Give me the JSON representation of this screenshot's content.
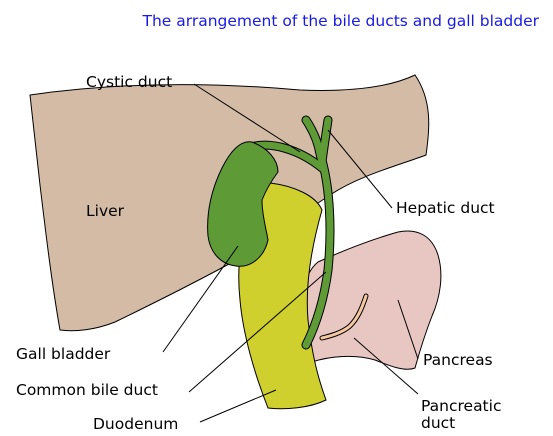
{
  "title": "The arrangement of the bile ducts and gall bladder",
  "labels": {
    "liver": "Liver",
    "cystic_duct": "Cystic duct",
    "hepatic_duct": "Hepatic duct",
    "gall_bladder": "Gall bladder",
    "common_bile_duct": "Common bile duct",
    "duodenum": "Duodenum",
    "pancreas": "Pancreas",
    "pancreatic_duct_line1": "Pancreatic",
    "pancreatic_duct_line2": "duct"
  },
  "colors": {
    "title": "#1a1ae6",
    "liver": "#d4bba6",
    "gall_bladder": "#5e9a36",
    "duodenum": "#cfcf2e",
    "pancreas": "#e8c7c3",
    "pancreatic_duct": "#f4c9a0"
  }
}
